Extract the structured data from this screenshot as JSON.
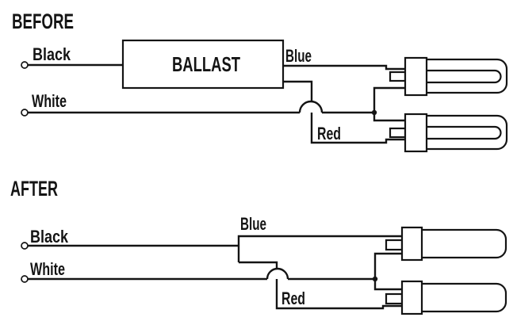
{
  "colors": {
    "ink": "#141414",
    "background": "#ffffff"
  },
  "before": {
    "title": "BEFORE",
    "ballast_label": "BALLAST",
    "wire_labels": {
      "black": "Black",
      "white": "White",
      "blue": "Blue",
      "red": "Red"
    }
  },
  "after": {
    "title": "AFTER",
    "wire_labels": {
      "black": "Black",
      "white": "White",
      "blue": "Blue",
      "red": "Red"
    }
  }
}
